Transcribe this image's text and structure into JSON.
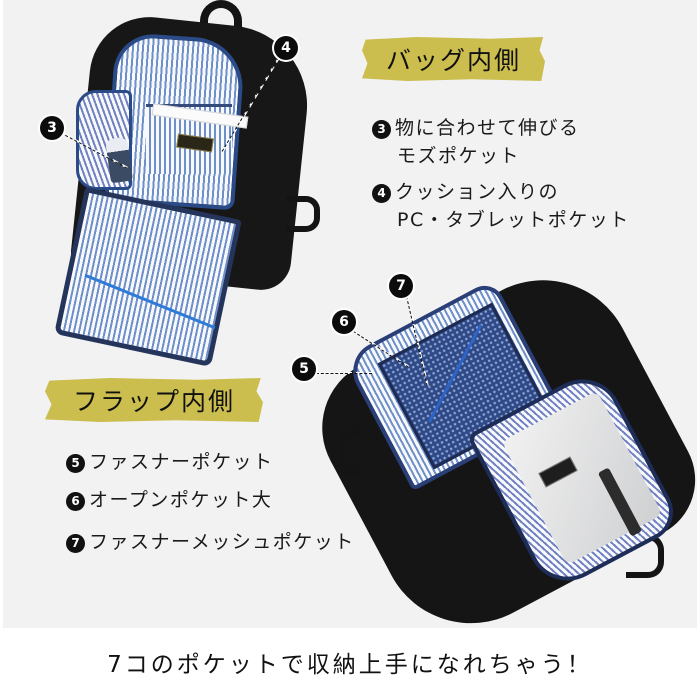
{
  "sections": {
    "bag_inside": {
      "heading": "バッグ内側",
      "items": [
        {
          "number": "3",
          "line1": "物に合わせて伸びる",
          "line2": "モズポケット"
        },
        {
          "number": "4",
          "line1": "クッション入りの",
          "line2": "PC・タブレットポケット"
        }
      ]
    },
    "flap_inside": {
      "heading": "フラップ内側",
      "items": [
        {
          "number": "5",
          "line1": "ファスナーポケット"
        },
        {
          "number": "6",
          "line1": "オープンポケット大"
        },
        {
          "number": "7",
          "line1": "ファスナーメッシュポケット"
        }
      ]
    }
  },
  "photos": {
    "bag_inside_photo": {
      "markers": [
        "3",
        "4"
      ]
    },
    "flap_inside_photo": {
      "markers": [
        "5",
        "6",
        "7"
      ]
    }
  },
  "footer": {
    "caption": "7コのポケットで収納上手になれちゃう！"
  },
  "colors": {
    "panel_bg": "#f2f2f2",
    "highlight": "#cbbd4e",
    "marker": "#0c0c0c",
    "lining_blue": "#6f8fc8",
    "bag_black": "#171717"
  }
}
